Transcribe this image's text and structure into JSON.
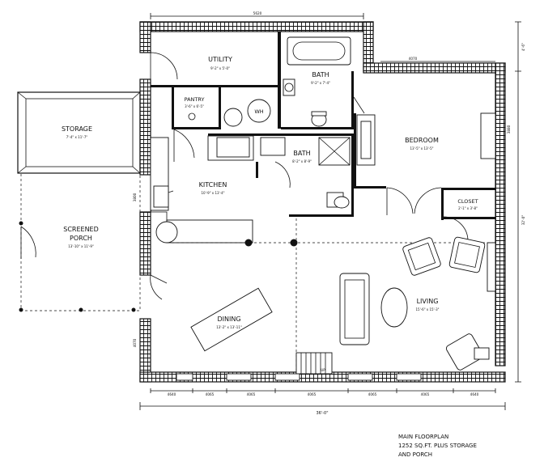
{
  "rooms": {
    "utility": {
      "name": "UTILITY",
      "size": "9'-2\" x 5'-0\""
    },
    "pantry": {
      "name": "PANTRY",
      "size": "3'-6\" x 6'-5\""
    },
    "wh": "WH",
    "bath_upper": {
      "name": "BATH",
      "size": "9'-2\" x 7'-4\""
    },
    "bath_lower": {
      "name": "BATH",
      "size": "8'-2\" x 8'-9\""
    },
    "bedroom": {
      "name": "BEDROOM",
      "size": "13'-5\" x 13'-5\""
    },
    "closet": {
      "name": "CLOSET",
      "size": "2'-1\" x 3'-8\""
    },
    "storage": {
      "name": "STORAGE",
      "size": "7'-4\" x 11'-7\""
    },
    "kitchen": {
      "name": "KITCHEN",
      "size": "10'-9\" x 13'-4\""
    },
    "screened_porch": {
      "name_line1": "SCREENED",
      "name_line2": "PORCH",
      "size": "13'-10\" x 11'-9\""
    },
    "living": {
      "name": "LIVING",
      "size": "15'-6\" x 15'-3\""
    },
    "dining": {
      "name": "DINING",
      "size": "13'-2\" x 13'-11\""
    }
  },
  "stair_label": "UP",
  "dimensions": {
    "top": "5620",
    "top_right": "4070",
    "right_a": "4'-6\"",
    "right_b": "32'-0\"",
    "right_c": "3880",
    "bottom": "36'-0\"",
    "bottom_segments": [
      "4640",
      "4065",
      "4065",
      "4065",
      "4065",
      "4065",
      "4640"
    ],
    "left_a": "3800",
    "left_b": "4070"
  },
  "caption": {
    "line1": "MAIN FLOORPLAN",
    "line2": "1252 SQ.FT. PLUS STORAGE",
    "line3": "AND PORCH"
  }
}
